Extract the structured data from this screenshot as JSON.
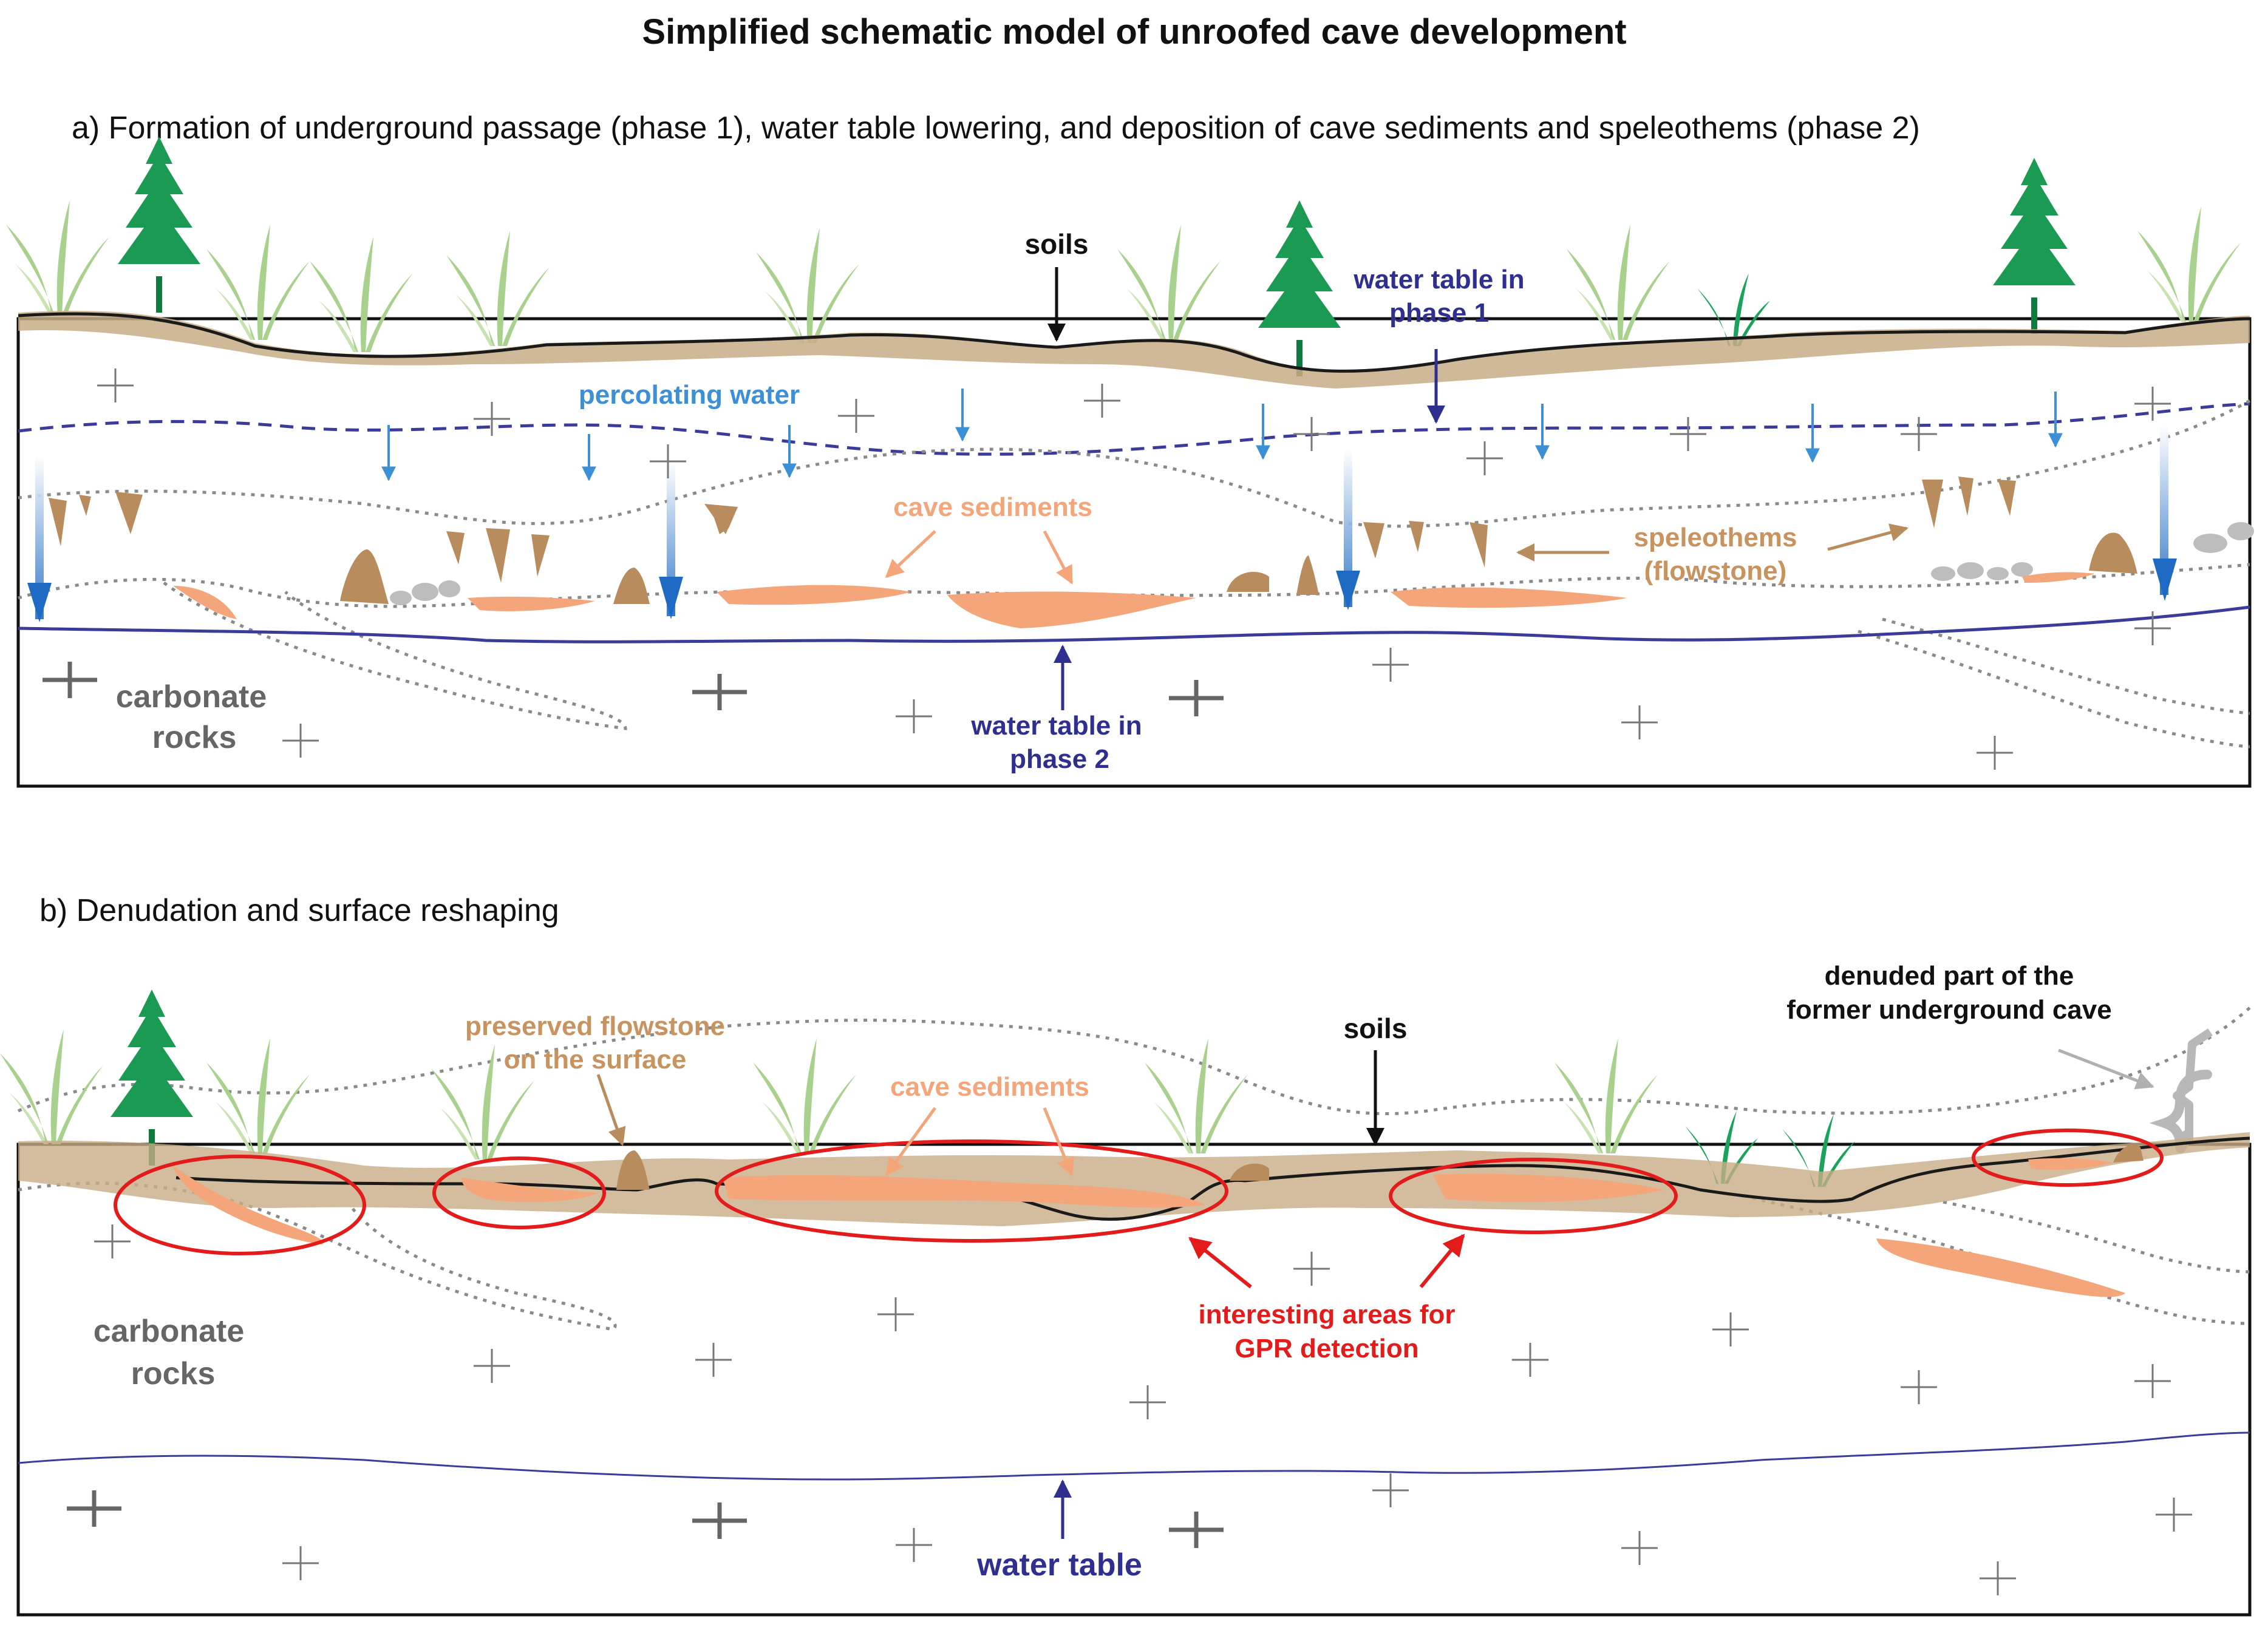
{
  "title": "Simplified schematic model of unroofed cave development",
  "panel_a": {
    "heading": "a) Formation of underground passage (phase 1), water table lowering, and deposition of cave sediments and speleothems (phase 2)",
    "labels": {
      "soils": "soils",
      "water_table_phase1_line1": "water table in",
      "water_table_phase1_line2": "phase 1",
      "percolating_water": "percolating water",
      "cave_sediments": "cave sediments",
      "speleothems_line1": "speleothems",
      "speleothems_line2": "(flowstone)",
      "carbonate_line1": "carbonate",
      "carbonate_line2": "rocks",
      "water_table_phase2_line1": "water table in",
      "water_table_phase2_line2": "phase 2"
    }
  },
  "panel_b": {
    "heading": "b) Denudation and surface reshaping",
    "labels": {
      "denuded_line1": "denuded part of the",
      "denuded_line2": "former underground cave",
      "preserved_line1": "preserved flowstone",
      "preserved_line2": "on the surface",
      "soils": "soils",
      "cave_sediments": "cave sediments",
      "carbonate_line1": "carbonate",
      "carbonate_line2": "rocks",
      "gpr_line1": "interesting areas for",
      "gpr_line2": "GPR detection",
      "water_table": "water table"
    }
  },
  "colors": {
    "soil": "#c8ad86",
    "soil_line": "#1a1a1a",
    "water_table": "#3b3b9a",
    "percolating": "#3d8fd6",
    "sediment": "#f4a57a",
    "speleothem": "#b88c5c",
    "passage_outline": "#8a8a8a",
    "gpr_ellipse": "#e31b1b",
    "tree": "#1a9a52",
    "grass": "#a9d18e",
    "label_speleothem": "#c8935f",
    "label_sediment": "#f4a57a"
  }
}
